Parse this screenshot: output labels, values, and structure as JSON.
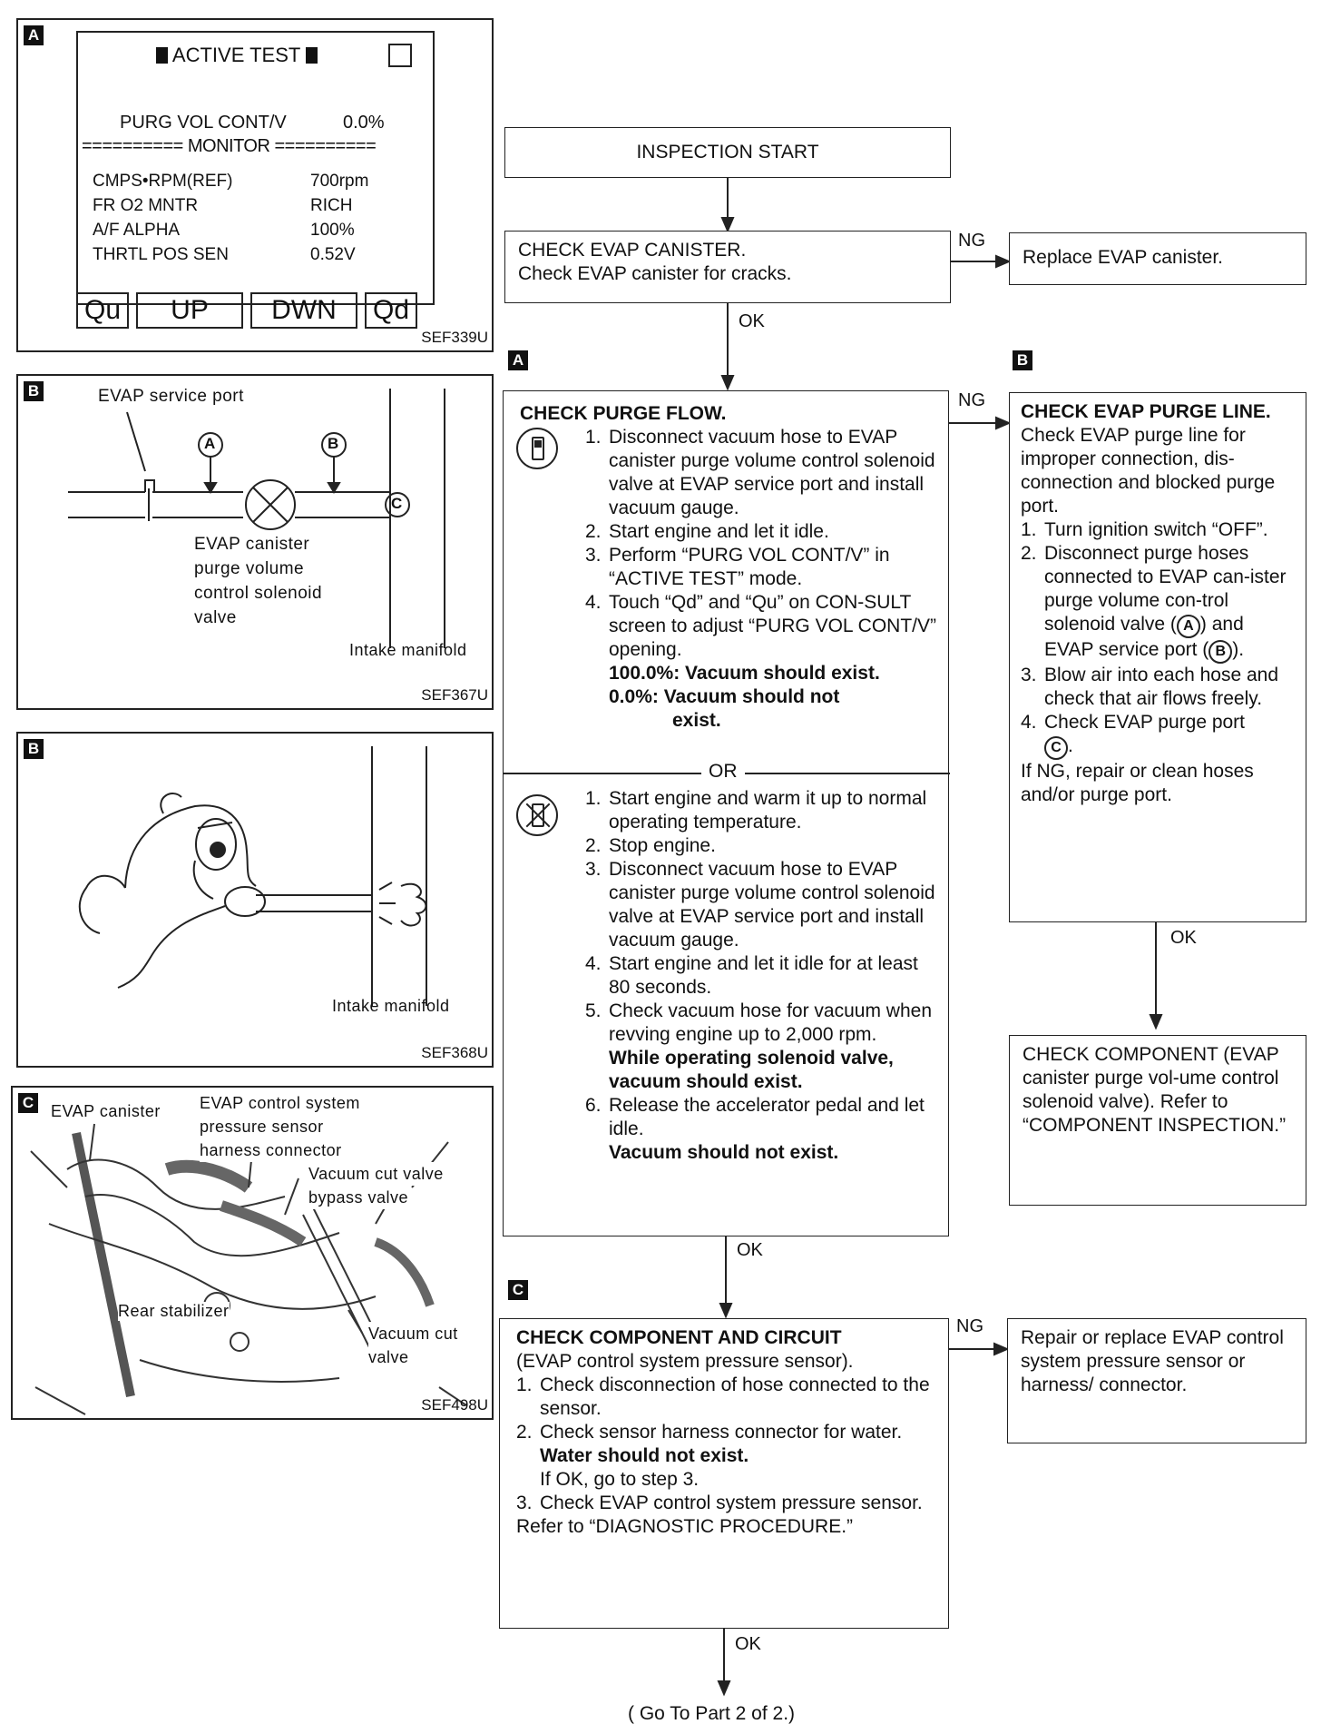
{
  "panelA": {
    "badge": "A",
    "title": "ACTIVE TEST",
    "purg_label": "PURG VOL CONT/V",
    "purg_value": "0.0%",
    "monitor": "========== MONITOR ==========",
    "rows": [
      {
        "label": "CMPS•RPM(REF)",
        "value": "700rpm"
      },
      {
        "label": "FR O2 MNTR",
        "value": "RICH"
      },
      {
        "label": "A/F ALPHA",
        "value": "100%"
      },
      {
        "label": "THRTL POS SEN",
        "value": "0.52V"
      }
    ],
    "buttons": [
      "Qu",
      "UP",
      "DWN",
      "Qd"
    ],
    "code": "SEF339U"
  },
  "panelB1": {
    "badge": "B",
    "service_port": "EVAP service port",
    "mark_a": "A",
    "mark_b": "B",
    "mark_c": "C",
    "valve_label": [
      "EVAP canister",
      "purge volume",
      "control solenoid",
      "valve"
    ],
    "intake": "Intake manifold",
    "code": "SEF367U"
  },
  "panelB2": {
    "badge": "B",
    "intake": "Intake manifold",
    "code": "SEF368U"
  },
  "panelC": {
    "badge": "C",
    "canister": "EVAP canister",
    "sensor": [
      "EVAP control system",
      "pressure sensor",
      "harness connector"
    ],
    "bypass": [
      "Vacuum cut valve",
      "bypass valve"
    ],
    "stabilizer": "Rear stabilizer",
    "cutvalve": [
      "Vacuum cut",
      "valve"
    ],
    "code": "SEF498U"
  },
  "flow": {
    "start": "INSPECTION START",
    "canister_title": "CHECK EVAP CANISTER.",
    "canister_text": "Check EVAP canister for cracks.",
    "replace": "Replace EVAP canister.",
    "ng": "NG",
    "ok": "OK",
    "badge_a": "A",
    "badge_b": "B",
    "badge_c": "C",
    "purge": {
      "title": "CHECK PURGE FLOW.",
      "steps1": [
        {
          "n": "1.",
          "t": "Disconnect vacuum hose to EVAP canister purge volume control solenoid valve at EVAP service port and install vacuum gauge."
        },
        {
          "n": "2.",
          "t": "Start engine and let it idle."
        },
        {
          "n": "3.",
          "t": "Perform “PURG VOL CONT/V” in “ACTIVE TEST” mode."
        },
        {
          "n": "4.",
          "t": "Touch “Qd” and “Qu” on CON-SULT screen to adjust “PURG VOL CONT/V” opening."
        }
      ],
      "bold1": "100.0%: Vacuum should exist.",
      "bold2": "0.0%: Vacuum should not",
      "bold3": "exist.",
      "or": "OR",
      "steps2": [
        {
          "n": "1.",
          "t": "Start engine and warm it up to normal operating temperature."
        },
        {
          "n": "2.",
          "t": "Stop engine."
        },
        {
          "n": "3.",
          "t": "Disconnect vacuum hose to EVAP canister purge volume control solenoid valve at EVAP service port and install vacuum gauge."
        },
        {
          "n": "4.",
          "t": "Start engine and let it idle for at least 80 seconds."
        },
        {
          "n": "5.",
          "t": "Check vacuum hose for vacuum when revving engine up to 2,000 rpm."
        }
      ],
      "bold4": "While operating solenoid valve, vacuum should exist.",
      "step6": "Release the accelerator pedal and let idle.",
      "step6n": "6.",
      "bold5": "Vacuum should not exist."
    },
    "purgeline": {
      "title": "CHECK EVAP PURGE LINE.",
      "intro": "Check EVAP purge line for improper connection, dis-connection and blocked purge port.",
      "s1n": "1.",
      "s1": "Turn ignition switch “OFF”.",
      "s2n": "2.",
      "s2a": "Disconnect purge hoses connected to EVAP can-ister purge volume con-trol solenoid valve (",
      "s2b": ") and EVAP service port (",
      "s2c": ").",
      "s3n": "3.",
      "s3": "Blow air into each hose and check that air flows freely.",
      "s4n": "4.",
      "s4": "Check EVAP purge port",
      "ca": "A",
      "cb": "B",
      "cc": "C",
      "tail": "If NG, repair or clean hoses and/or purge port."
    },
    "component": "CHECK COMPONENT (EVAP canister purge vol-ume control solenoid valve). Refer to “COMPONENT INSPECTION.”",
    "circuit": {
      "title": "CHECK COMPONENT AND CIRCUIT",
      "sub": "(EVAP control system pressure sensor).",
      "s1n": "1.",
      "s1": "Check disconnection of hose connected to the sensor.",
      "s2n": "2.",
      "s2": "Check sensor harness connector for water.",
      "bold": "Water should not exist.",
      "ifok": "If OK, go to step 3.",
      "s3n": "3.",
      "s3": "Check EVAP control system pressure sensor.",
      "refer": "Refer to “DIAGNOSTIC PROCEDURE.”"
    },
    "repair": "Repair or replace EVAP control system pressure sensor or harness/ connector.",
    "goto": "( Go To Part 2 of 2.)"
  }
}
